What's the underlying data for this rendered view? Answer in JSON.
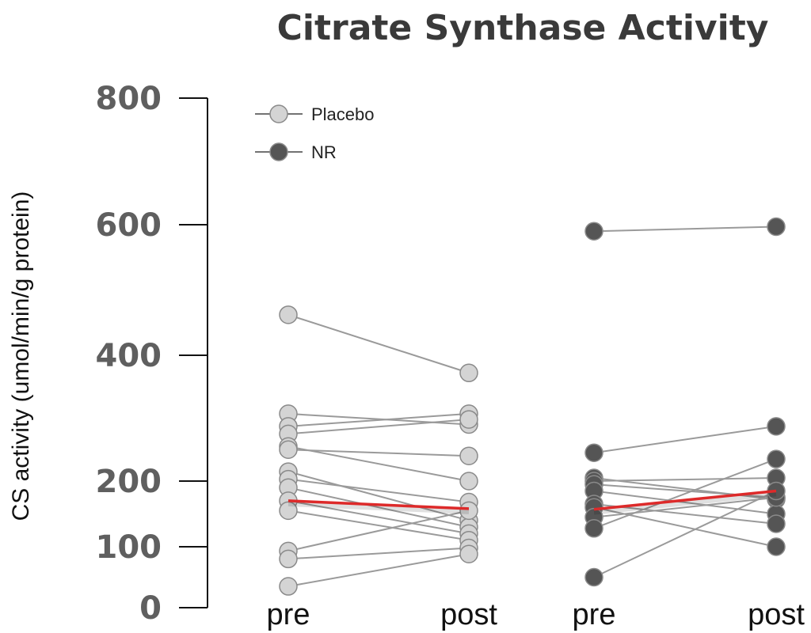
{
  "chart_data": {
    "type": "line",
    "title": "Citrate Synthase Activity",
    "ylabel": "CS activity (umol/min/g protein)",
    "xlabel": "",
    "ylim": [
      0,
      800
    ],
    "yticks": [
      "0",
      "100",
      "200",
      "400",
      "600",
      "800"
    ],
    "ytick_values": [
      0,
      100,
      200,
      400,
      600,
      800
    ],
    "x_labels": [
      "pre",
      "post",
      "pre",
      "post"
    ],
    "legend": [
      {
        "name": "Placebo",
        "color": "#d4d4d4"
      },
      {
        "name": "NR",
        "color": "#555555"
      }
    ],
    "legend_position": "top-left",
    "mean_line_color": "#dd2a2a",
    "groups": [
      {
        "name": "Placebo",
        "color": "#d4d4d4",
        "pairs": [
          [
            462,
            372
          ],
          [
            307,
            290
          ],
          [
            287,
            307
          ],
          [
            275,
            298
          ],
          [
            255,
            200
          ],
          [
            250,
            240
          ],
          [
            215,
            140
          ],
          [
            203,
            168
          ],
          [
            190,
            130
          ],
          [
            170,
            120
          ],
          [
            155,
            110
          ],
          [
            93,
            155
          ],
          [
            80,
            98
          ],
          [
            35,
            88
          ]
        ],
        "mean": [
          170,
          158
        ]
      },
      {
        "name": "NR",
        "color": "#555555",
        "pairs": [
          [
            590,
            597
          ],
          [
            245,
            287
          ],
          [
            205,
            172
          ],
          [
            200,
            205
          ],
          [
            195,
            175
          ],
          [
            185,
            150
          ],
          [
            165,
            135
          ],
          [
            160,
            100
          ],
          [
            145,
            175
          ],
          [
            128,
            235
          ],
          [
            50,
            185
          ]
        ],
        "mean": [
          157,
          185
        ]
      }
    ]
  }
}
